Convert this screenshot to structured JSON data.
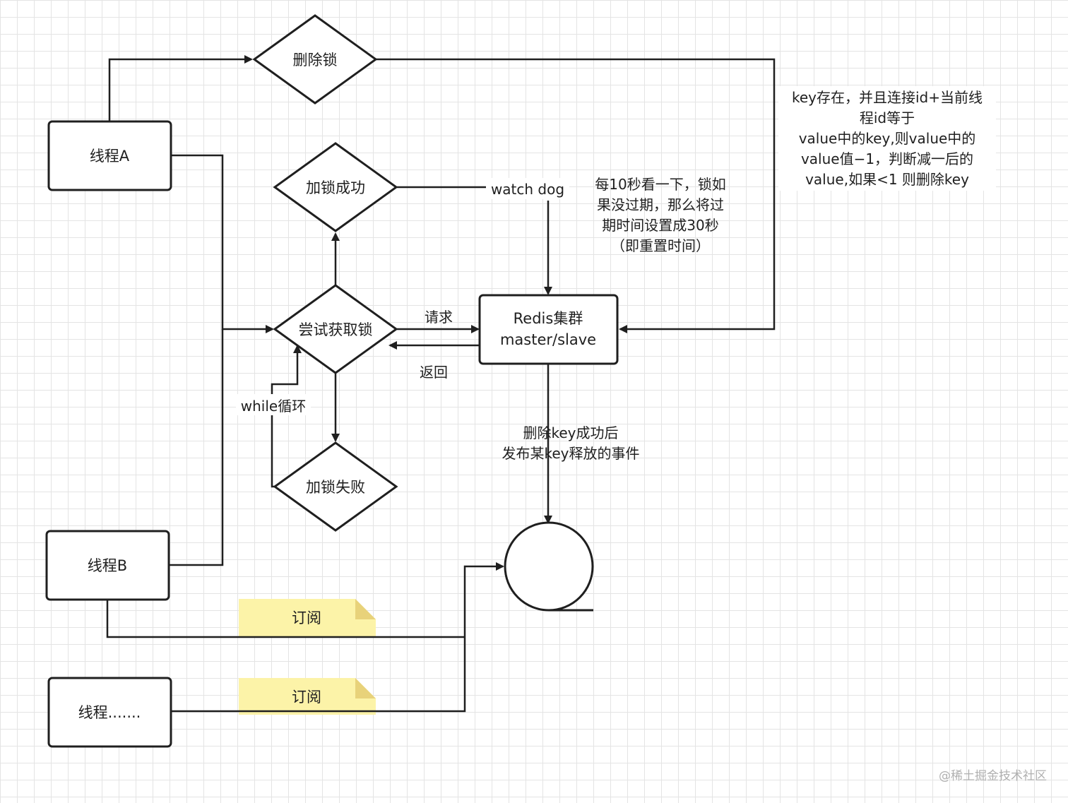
{
  "nodes": {
    "thread_a": "线程A",
    "thread_b": "线程B",
    "thread_more": "线程.......",
    "delete_lock": "删除锁",
    "lock_success": "加锁成功",
    "try_lock": "尝试获取锁",
    "lock_fail": "加锁失败",
    "redis_line1": "Redis集群",
    "redis_line2": "master/slave"
  },
  "notes": {
    "subscribe_1": "订阅",
    "subscribe_2": "订阅"
  },
  "labels": {
    "request": "请求",
    "return": "返回",
    "while_loop": "while循环",
    "watch_dog": "watch dog",
    "watchdog_desc": [
      "每10秒看一下，锁如",
      "果没过期，那么将过",
      "期时间设置成30秒",
      "（即重置时间）"
    ],
    "delete_desc": [
      "key存在，并且连接id+当前线",
      "程id等于",
      "value中的key,则value中的",
      "value值−1，判断减一后的",
      "value,如果<1 则删除key"
    ],
    "publish_desc": [
      "删除key成功后",
      "发布某key释放的事件"
    ]
  },
  "watermark": "@稀土掘金技术社区"
}
